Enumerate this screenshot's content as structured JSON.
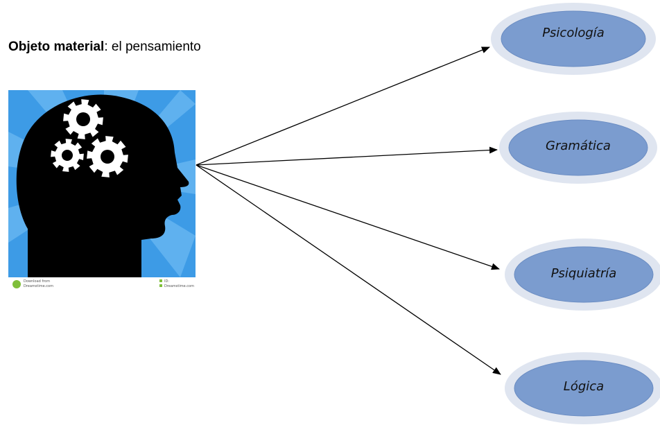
{
  "title": {
    "bold": "Objeto material",
    "rest": ": el pensamiento"
  },
  "image": {
    "subject": "silhouette-head-with-gears",
    "footer_left_1": "Download from",
    "footer_left_2": "Dreamstime.com",
    "footer_right_1": "ID:",
    "footer_right_2": "Dreamstime.com"
  },
  "targets": [
    {
      "label": "Psicología"
    },
    {
      "label": "Gramática"
    },
    {
      "label": "Psiquiatría"
    },
    {
      "label": "Lógica"
    }
  ],
  "colors": {
    "ellipse_inner": "#7b9ccf",
    "ellipse_outer": "#dfe5f0",
    "ellipse_stroke": "#6a8cc2",
    "sky": "#3d9be6",
    "sky_light": "#7cc3f7"
  }
}
